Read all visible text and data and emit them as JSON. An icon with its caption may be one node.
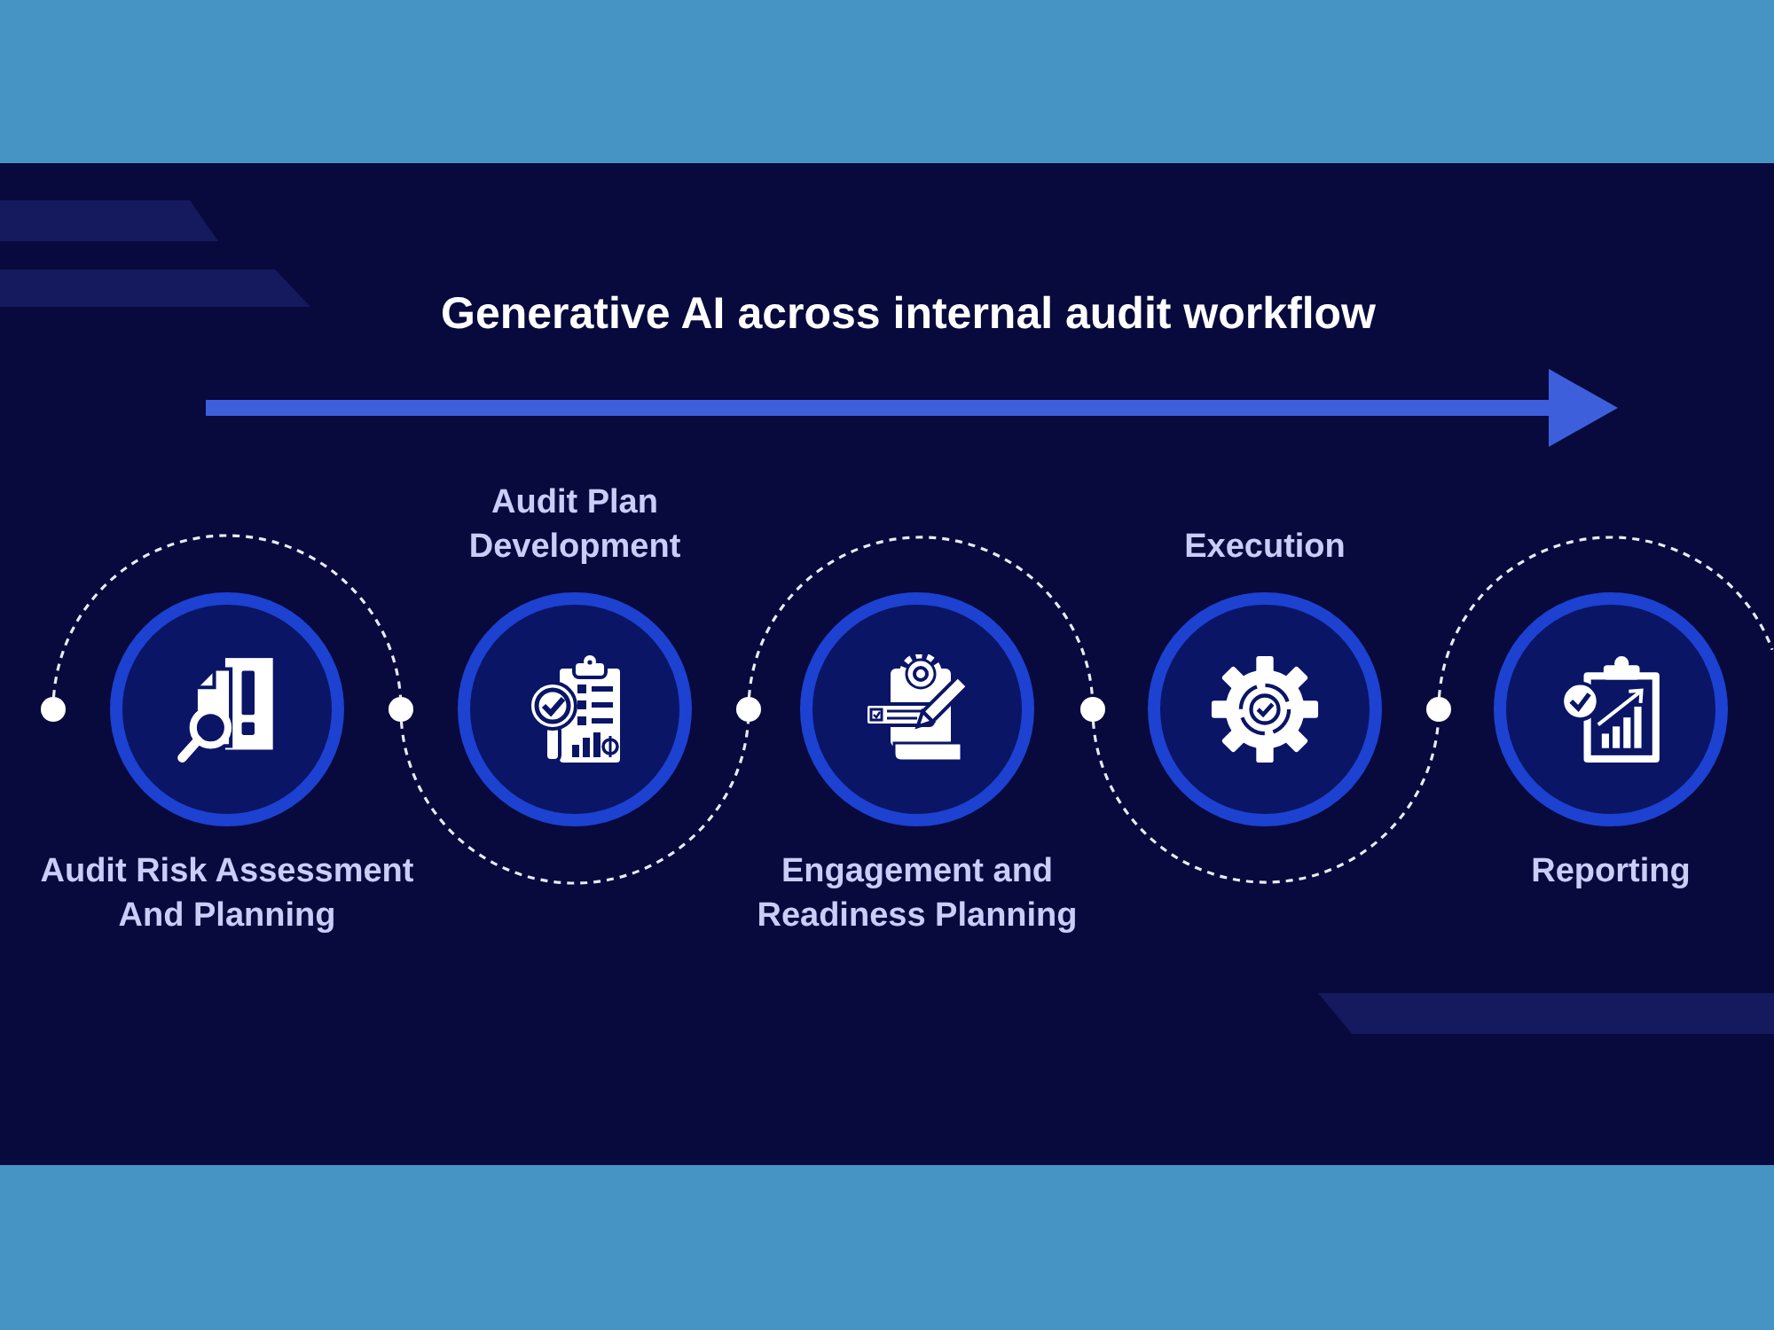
{
  "diagram": {
    "title": "Generative AI across internal audit workflow",
    "nodes": [
      {
        "text": [],
        "shape": "circle"
      },
      {
        "text": [
          "Audit Risk Assessment And Planning"
        ]
      },
      {
        "text": [],
        "shape": "circle"
      },
      {
        "text": [
          "Audit Plan Development"
        ]
      },
      {
        "text": [],
        "shape": "circle"
      },
      {
        "text": [
          "Engagement and Readiness Planning"
        ]
      },
      {
        "text": [],
        "shape": "circle"
      },
      {
        "text": [
          "Execution"
        ]
      },
      {
        "text": [],
        "shape": "circle"
      },
      {
        "text": [
          "Reporting"
        ]
      }
    ],
    "edges": [
      {
        "from": 0,
        "to": 2,
        "arrow": "none",
        "style": "dashed"
      },
      {
        "from": 2,
        "to": 4,
        "arrow": "none",
        "style": "dashed"
      },
      {
        "from": 4,
        "to": 6,
        "arrow": "none",
        "style": "dashed"
      },
      {
        "from": 6,
        "to": 8,
        "arrow": "none",
        "style": "dashed"
      },
      {
        "from": 8,
        "to": null,
        "arrow": "none",
        "style": "dashed"
      }
    ]
  }
}
